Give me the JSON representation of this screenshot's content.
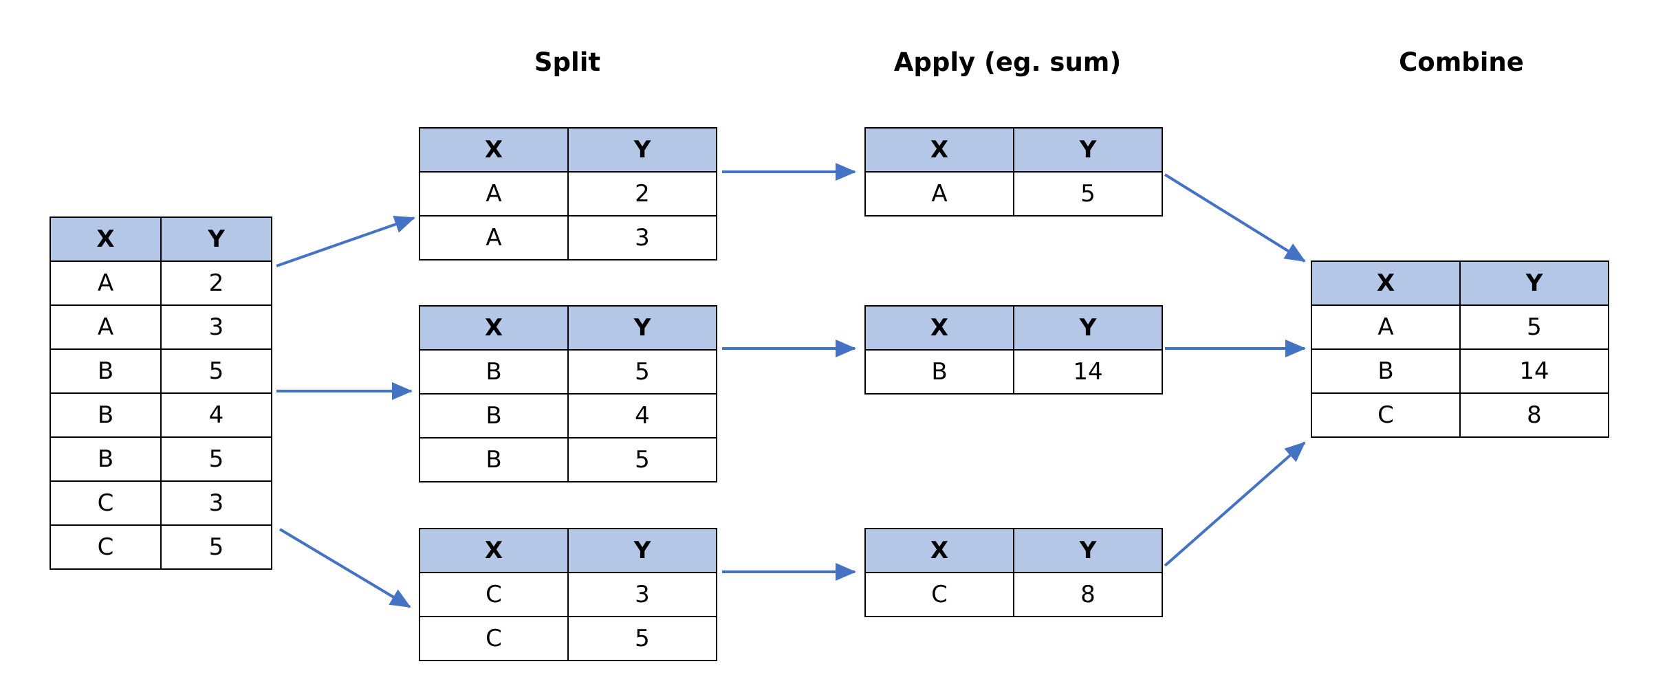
{
  "stages": {
    "split": "Split",
    "apply": "Apply (eg. sum)",
    "combine": "Combine"
  },
  "colors": {
    "header_fill": "#b4c7e7",
    "arrow": "#4472c4",
    "border": "#000000"
  },
  "tables": {
    "source": {
      "headers": [
        "X",
        "Y"
      ],
      "rows": [
        [
          "A",
          "2"
        ],
        [
          "A",
          "3"
        ],
        [
          "B",
          "5"
        ],
        [
          "B",
          "4"
        ],
        [
          "B",
          "5"
        ],
        [
          "C",
          "3"
        ],
        [
          "C",
          "5"
        ]
      ]
    },
    "split_a": {
      "headers": [
        "X",
        "Y"
      ],
      "rows": [
        [
          "A",
          "2"
        ],
        [
          "A",
          "3"
        ]
      ]
    },
    "split_b": {
      "headers": [
        "X",
        "Y"
      ],
      "rows": [
        [
          "B",
          "5"
        ],
        [
          "B",
          "4"
        ],
        [
          "B",
          "5"
        ]
      ]
    },
    "split_c": {
      "headers": [
        "X",
        "Y"
      ],
      "rows": [
        [
          "C",
          "3"
        ],
        [
          "C",
          "5"
        ]
      ]
    },
    "apply_a": {
      "headers": [
        "X",
        "Y"
      ],
      "rows": [
        [
          "A",
          "5"
        ]
      ]
    },
    "apply_b": {
      "headers": [
        "X",
        "Y"
      ],
      "rows": [
        [
          "B",
          "14"
        ]
      ]
    },
    "apply_c": {
      "headers": [
        "X",
        "Y"
      ],
      "rows": [
        [
          "C",
          "8"
        ]
      ]
    },
    "combined": {
      "headers": [
        "X",
        "Y"
      ],
      "rows": [
        [
          "A",
          "5"
        ],
        [
          "B",
          "14"
        ],
        [
          "C",
          "8"
        ]
      ]
    }
  }
}
